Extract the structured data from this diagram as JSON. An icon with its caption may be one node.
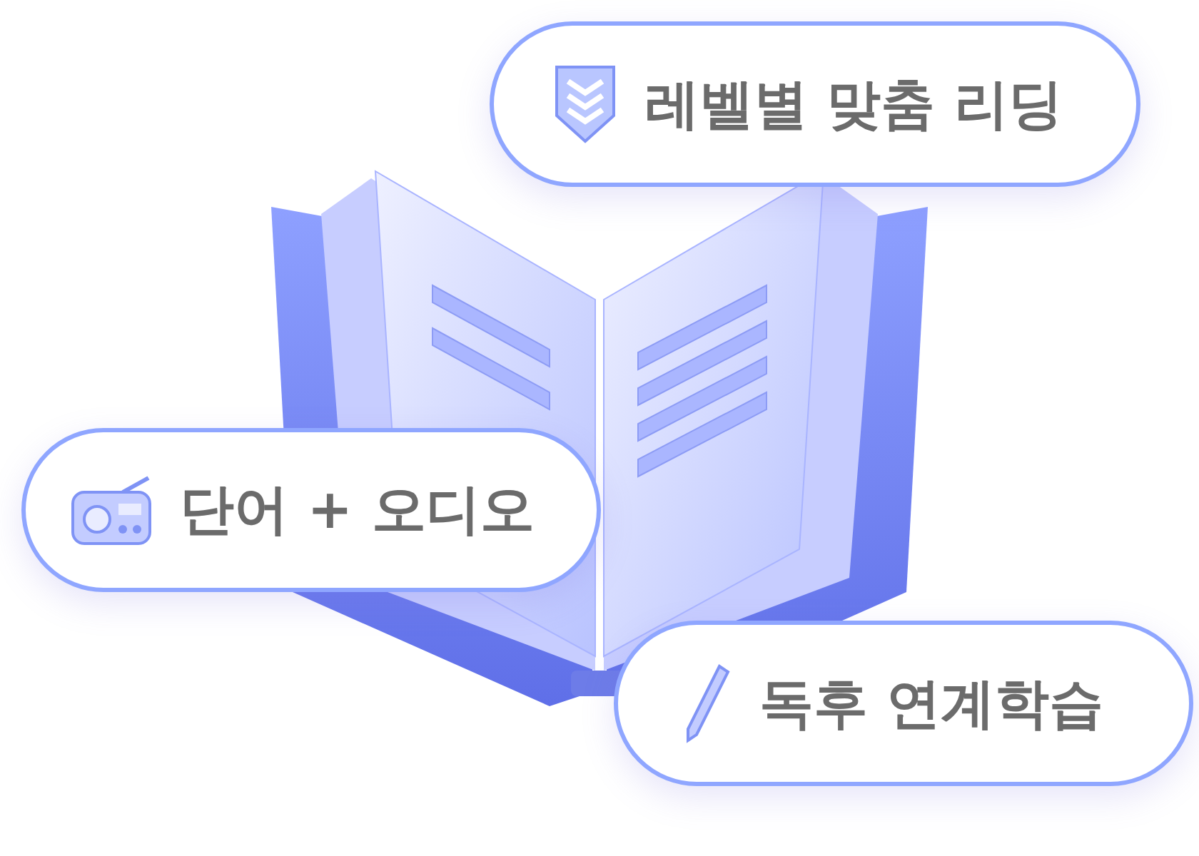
{
  "diagram": {
    "nodes": [
      {
        "text": [
          "레벨별 맞춤 리딩"
        ]
      },
      {
        "text": [
          "단어 + 오디오"
        ]
      },
      {
        "text": [
          "독후 연계학습"
        ]
      }
    ]
  }
}
